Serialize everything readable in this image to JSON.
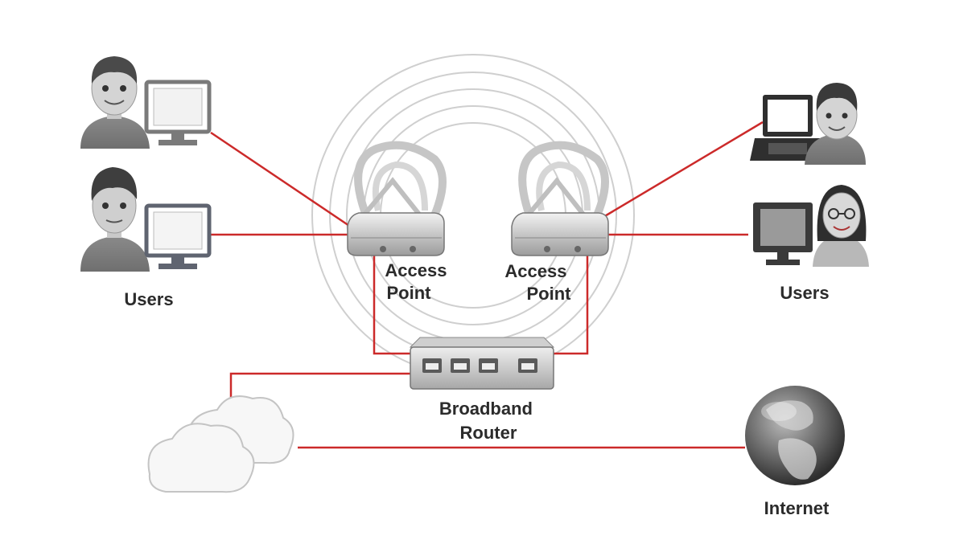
{
  "labels": {
    "users_left": "Users",
    "users_right": "Users",
    "ap_left": [
      "Access",
      "Point"
    ],
    "ap_right": [
      "Access",
      "Point"
    ],
    "router": [
      "Broadband",
      "Router"
    ],
    "internet": "Internet"
  },
  "icons": {
    "user_male_1": "user-with-desktop-icon",
    "user_male_2": "user-with-desktop-icon",
    "user_laptop": "user-with-laptop-icon",
    "user_female": "user-with-desktop-icon",
    "access_point": "access-point-icon",
    "router": "broadband-router-icon",
    "cloud": "cloud-icon",
    "globe": "globe-icon"
  },
  "colors": {
    "link": "#cc2a2a",
    "signal_rings": "#cfcfcf",
    "device_body": "#d9d9d9",
    "outline": "#555555"
  }
}
